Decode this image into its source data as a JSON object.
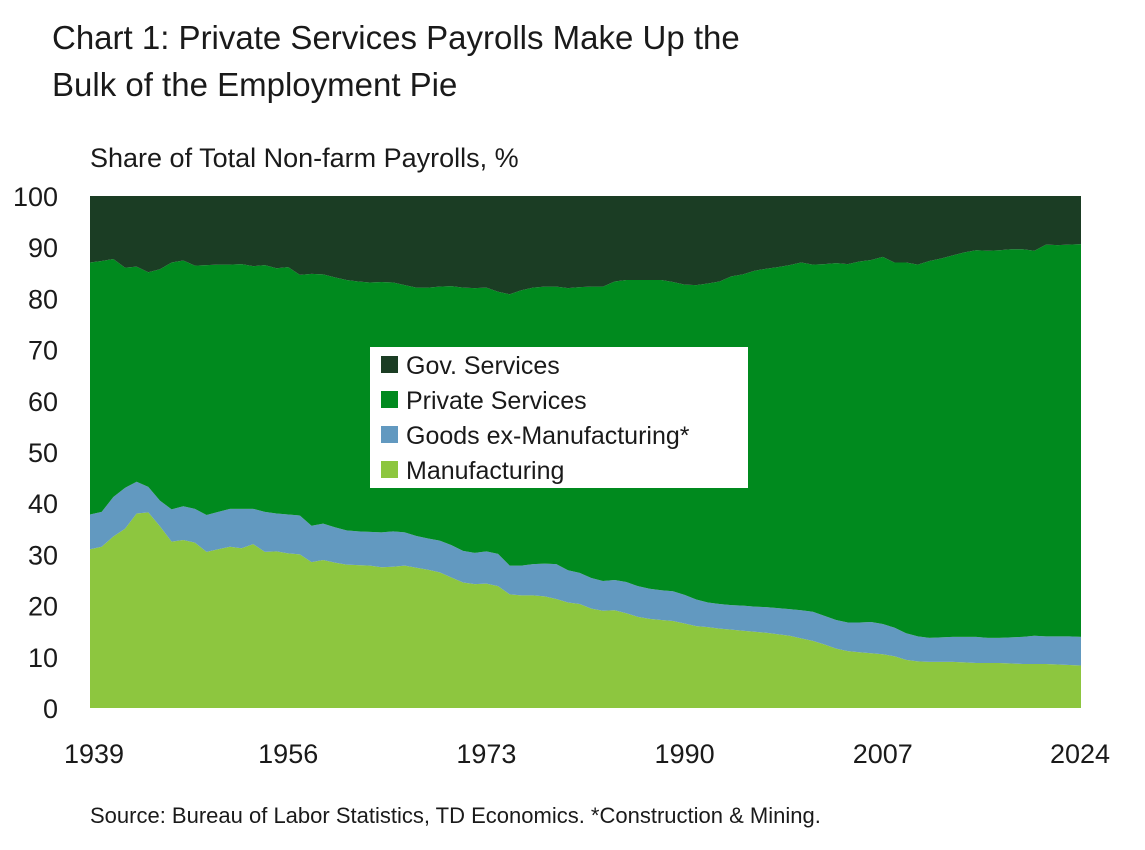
{
  "title_lines": [
    "Chart 1: Private Services Payrolls Make Up the",
    "Bulk of the Employment Pie"
  ],
  "source": "Source: Bureau of Labor Statistics, TD Economics. *Construction & Mining.",
  "colors": {
    "Gov. Services": "#1b3d24",
    "Private Services": "#008a1e",
    "Goods ex-Manufacturing*": "#6299c0",
    "Manufacturing": "#8dc63f"
  },
  "chart_data": {
    "type": "area",
    "stacked": true,
    "title": "Chart 1: Private Services Payrolls Make Up the Bulk of the Employment Pie",
    "ylabel": "Share of Total Non-farm Payrolls, %",
    "xlabel": "",
    "xlim": [
      1939,
      2024
    ],
    "ylim": [
      0,
      100
    ],
    "x_ticks": [
      1939,
      1956,
      1973,
      1990,
      2007,
      2024
    ],
    "y_ticks": [
      0,
      10,
      20,
      30,
      40,
      50,
      60,
      70,
      80,
      90,
      100
    ],
    "grid": false,
    "legend_position": "center-left",
    "x": [
      1939,
      1940,
      1941,
      1942,
      1943,
      1944,
      1945,
      1946,
      1947,
      1948,
      1949,
      1950,
      1951,
      1952,
      1953,
      1954,
      1955,
      1956,
      1957,
      1958,
      1959,
      1960,
      1961,
      1962,
      1963,
      1964,
      1965,
      1966,
      1967,
      1968,
      1969,
      1970,
      1971,
      1972,
      1973,
      1974,
      1975,
      1976,
      1977,
      1978,
      1979,
      1980,
      1981,
      1982,
      1983,
      1984,
      1985,
      1986,
      1987,
      1988,
      1989,
      1990,
      1991,
      1992,
      1993,
      1994,
      1995,
      1996,
      1997,
      1998,
      1999,
      2000,
      2001,
      2002,
      2003,
      2004,
      2005,
      2006,
      2007,
      2008,
      2009,
      2010,
      2011,
      2012,
      2013,
      2014,
      2015,
      2016,
      2017,
      2018,
      2019,
      2020,
      2021,
      2022,
      2023,
      2024
    ],
    "series": [
      {
        "name": "Manufacturing",
        "values": [
          31,
          31.5,
          33.5,
          35,
          38,
          38.2,
          35.5,
          32.5,
          32.8,
          32.3,
          30.5,
          31,
          31.5,
          31.2,
          32,
          30.5,
          30.6,
          30.2,
          30,
          28.5,
          28.9,
          28.4,
          28,
          27.9,
          27.8,
          27.5,
          27.6,
          27.8,
          27.4,
          27,
          26.5,
          25.5,
          24.5,
          24.2,
          24.3,
          23.8,
          22.2,
          22,
          22,
          21.8,
          21.3,
          20.6,
          20.3,
          19.4,
          19,
          19.1,
          18.5,
          17.8,
          17.4,
          17.2,
          17,
          16.5,
          16,
          15.8,
          15.5,
          15.3,
          15.1,
          14.9,
          14.7,
          14.4,
          14.1,
          13.6,
          13.1,
          12.4,
          11.6,
          11.1,
          10.9,
          10.7,
          10.5,
          10.1,
          9.4,
          9.1,
          9,
          9,
          9,
          8.9,
          8.8,
          8.8,
          8.8,
          8.7,
          8.6,
          8.6,
          8.6,
          8.5,
          8.4,
          8.3
        ]
      },
      {
        "name": "Goods ex-Manufacturing*",
        "values": [
          6.8,
          6.8,
          7.7,
          8,
          6.2,
          5,
          5,
          6.3,
          6.6,
          6.6,
          7.2,
          7.3,
          7.4,
          7.7,
          6.9,
          7.8,
          7.4,
          7.6,
          7.6,
          7.1,
          7.1,
          6.9,
          6.7,
          6.6,
          6.6,
          6.8,
          6.9,
          6.5,
          6.2,
          6.1,
          6.2,
          6.3,
          6.2,
          6.1,
          6.3,
          6.3,
          5.6,
          5.8,
          6.1,
          6.4,
          6.8,
          6.3,
          6.1,
          6,
          5.8,
          5.9,
          6.1,
          6,
          5.9,
          5.8,
          5.8,
          5.6,
          5.2,
          4.8,
          4.8,
          4.8,
          4.9,
          4.9,
          5,
          5.1,
          5.2,
          5.5,
          5.7,
          5.6,
          5.6,
          5.6,
          5.8,
          6.1,
          5.9,
          5.6,
          5.2,
          4.9,
          4.7,
          4.8,
          4.9,
          5,
          5.1,
          4.9,
          4.9,
          5.1,
          5.3,
          5.5,
          5.4,
          5.5,
          5.6,
          5.6
        ]
      },
      {
        "name": "Private Services",
        "values": [
          49.2,
          49,
          46.5,
          43,
          42,
          41.9,
          45.2,
          48.2,
          48,
          47.5,
          48.8,
          48.3,
          47.7,
          47.8,
          47.4,
          48.2,
          47.9,
          48.3,
          47,
          49.2,
          48.7,
          48.8,
          48.9,
          48.8,
          48.7,
          48.9,
          48.6,
          48.3,
          48.5,
          49,
          49.6,
          50.6,
          51.4,
          51.7,
          51.5,
          51.2,
          53,
          53.8,
          54,
          54.1,
          54.2,
          55.1,
          55.8,
          56.9,
          57.5,
          58.3,
          59,
          59.8,
          60.3,
          60.6,
          60.4,
          60.6,
          61.4,
          62.3,
          63,
          64.2,
          64.7,
          65.6,
          66.1,
          66.6,
          67.2,
          67.9,
          67.8,
          68.7,
          69.7,
          70,
          70.5,
          70.7,
          71.7,
          71.3,
          72.4,
          72.6,
          73.6,
          74,
          74.5,
          75.1,
          75.5,
          75.6,
          75.7,
          75.8,
          75.7,
          75.2,
          76.5,
          76.4,
          76.5,
          76.7
        ]
      },
      {
        "name": "Gov. Services",
        "values": [
          13,
          12.7,
          12.3,
          14,
          13.8,
          14.9,
          14.3,
          13,
          12.6,
          13.6,
          13.5,
          13.4,
          13.4,
          13.3,
          13.7,
          13.5,
          14.1,
          13.9,
          15.4,
          15.2,
          15.3,
          15.9,
          16.4,
          16.7,
          16.9,
          16.8,
          16.9,
          17.4,
          17.9,
          17.9,
          17.7,
          17.6,
          17.9,
          18,
          17.9,
          18.7,
          19.2,
          18.4,
          17.9,
          17.7,
          17.7,
          18,
          17.8,
          17.7,
          17.7,
          16.7,
          16.4,
          16.4,
          16.4,
          16.4,
          16.8,
          17.3,
          17.4,
          17.1,
          16.7,
          15.7,
          15.3,
          14.6,
          14.2,
          13.9,
          13.5,
          13,
          13.4,
          13.3,
          13.1,
          13.3,
          12.8,
          12.5,
          11.9,
          13,
          13,
          13.4,
          12.7,
          12.2,
          11.6,
          11,
          10.6,
          10.7,
          10.6,
          10.4,
          10.4,
          10.7,
          9.5,
          9.6,
          9.5,
          9.4
        ]
      }
    ]
  }
}
